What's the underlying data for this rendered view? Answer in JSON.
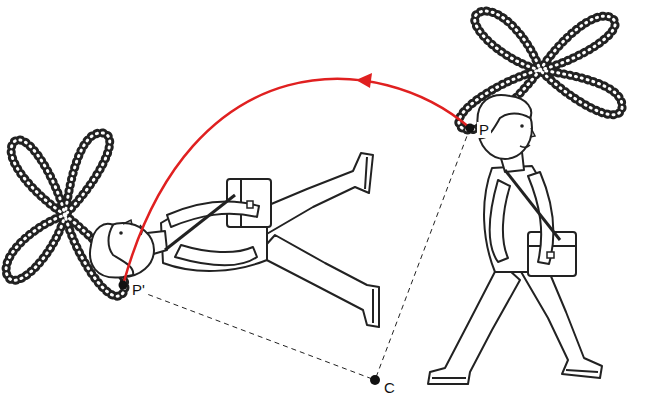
{
  "diagram": {
    "labels": [
      "P",
      "P'",
      "C"
    ]
  }
}
